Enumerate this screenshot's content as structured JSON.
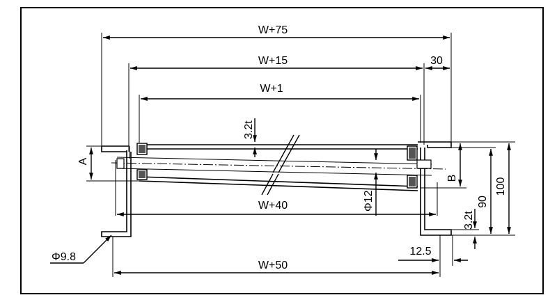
{
  "drawing": {
    "labels": {
      "w75": "W+75",
      "w15": "W+15",
      "w1": "W+1",
      "d30": "30",
      "t32_top": "3.2t",
      "a": "A",
      "b": "B",
      "phi12": "Φ12",
      "w40": "W+40",
      "h90": "90",
      "h100": "100",
      "t32_bottom": "3.2t",
      "phi98": "Φ9.8",
      "d125": "12.5",
      "w50": "W+50"
    }
  }
}
